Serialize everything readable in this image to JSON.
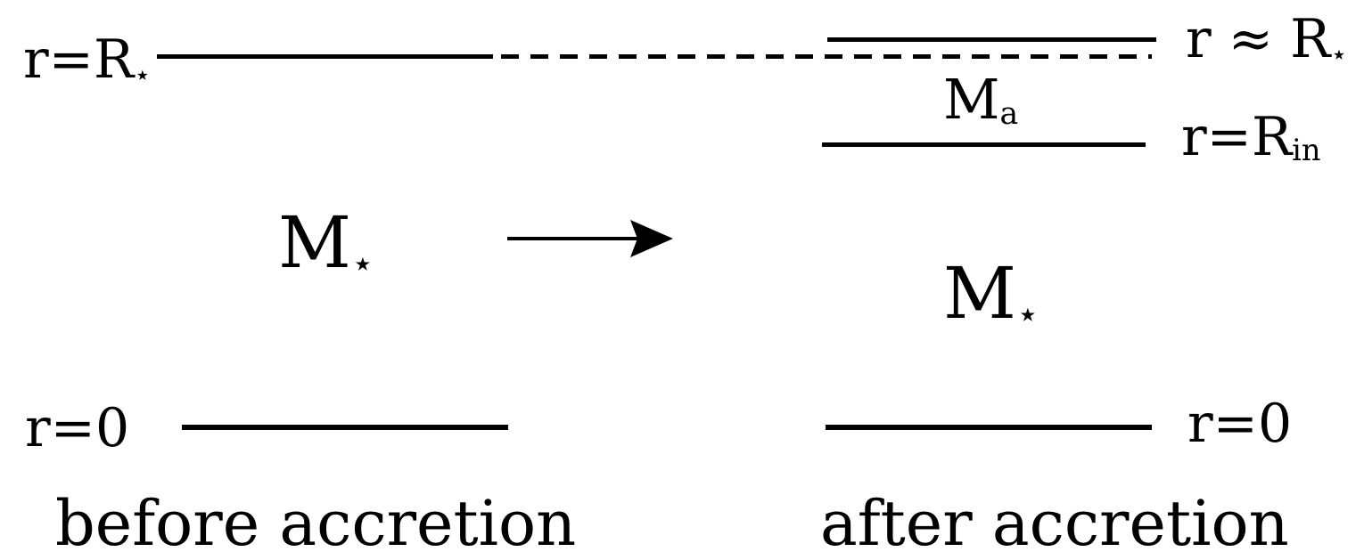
{
  "figure": {
    "background_color": "#ffffff",
    "ink_color": "#000000",
    "left_panel": {
      "surface_label": {
        "base": "r=R",
        "sub": "⋆"
      },
      "mass_label": {
        "base": "M",
        "sub": "⋆"
      },
      "center_label": "r=0",
      "caption": "before accretion"
    },
    "right_panel": {
      "surface_label": {
        "base": "r ≈ R",
        "sub": "⋆"
      },
      "accreted_mass_label": {
        "base": "M",
        "sub": "a"
      },
      "inner_radius_label": {
        "base": "r=R",
        "sub": "in"
      },
      "mass_label": {
        "base": "M",
        "sub": "⋆"
      },
      "center_label": "r=0",
      "caption": "after accretion"
    }
  }
}
